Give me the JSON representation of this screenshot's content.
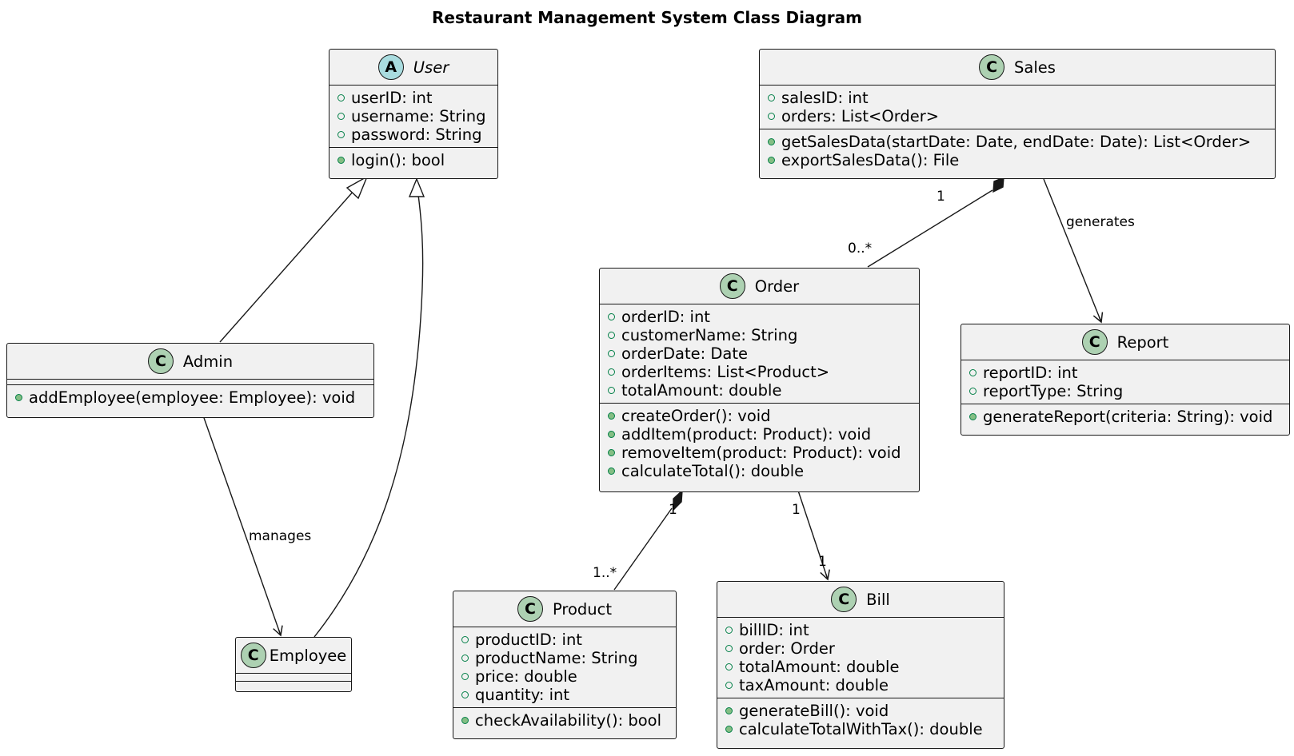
{
  "title": "Restaurant Management System Class Diagram",
  "classes": {
    "user": {
      "stereotype": "A",
      "name": "User",
      "attributes": [
        "userID: int",
        "username: String",
        "password: String"
      ],
      "methods": [
        "login(): bool"
      ]
    },
    "sales": {
      "stereotype": "C",
      "name": "Sales",
      "attributes": [
        "salesID: int",
        "orders: List<Order>"
      ],
      "methods": [
        "getSalesData(startDate: Date, endDate: Date): List<Order>",
        "exportSalesData(): File"
      ]
    },
    "order": {
      "stereotype": "C",
      "name": "Order",
      "attributes": [
        "orderID: int",
        "customerName: String",
        "orderDate: Date",
        "orderItems: List<Product>",
        "totalAmount: double"
      ],
      "methods": [
        "createOrder(): void",
        "addItem(product: Product): void",
        "removeItem(product: Product): void",
        "calculateTotal(): double"
      ]
    },
    "report": {
      "stereotype": "C",
      "name": "Report",
      "attributes": [
        "reportID: int",
        "reportType: String"
      ],
      "methods": [
        "generateReport(criteria: String): void"
      ]
    },
    "admin": {
      "stereotype": "C",
      "name": "Admin",
      "attributes": [],
      "methods": [
        "addEmployee(employee: Employee): void"
      ]
    },
    "employee": {
      "stereotype": "C",
      "name": "Employee",
      "attributes": [],
      "methods": []
    },
    "product": {
      "stereotype": "C",
      "name": "Product",
      "attributes": [
        "productID: int",
        "productName: String",
        "price: double",
        "quantity: int"
      ],
      "methods": [
        "checkAvailability(): bool"
      ]
    },
    "bill": {
      "stereotype": "C",
      "name": "Bill",
      "attributes": [
        "billID: int",
        "order: Order",
        "totalAmount: double",
        "taxAmount: double"
      ],
      "methods": [
        "generateBill(): void",
        "calculateTotalWithTax(): double"
      ]
    }
  },
  "relations": {
    "sales_report": "generates",
    "admin_employee": "manages",
    "sales_order_from": "1",
    "sales_order_to": "0..*",
    "order_product_from": "1",
    "order_product_to": "1..*",
    "order_bill_from": "1",
    "order_bill_to": "1"
  },
  "colors": {
    "class_fill": "#f1f1f1",
    "border": "#181818",
    "badge_class": "#add1b2",
    "badge_abstract": "#a9dcdf",
    "visibility": "#038048"
  }
}
